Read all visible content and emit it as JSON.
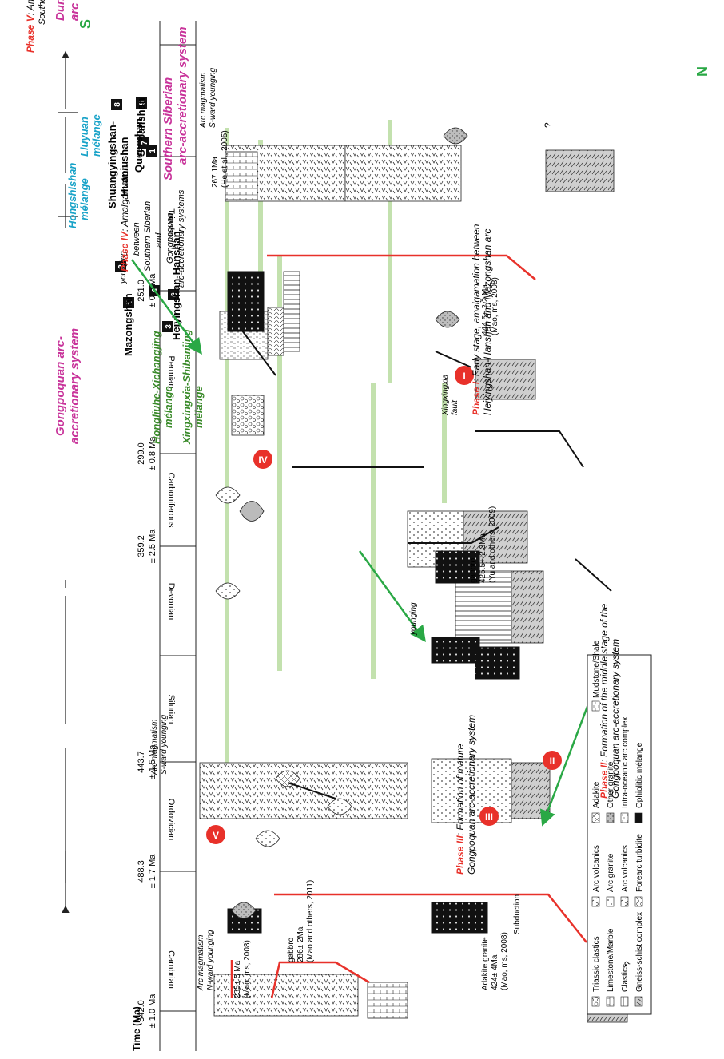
{
  "time_axis": {
    "label": "Time (Ma)",
    "ages": [
      {
        "age": "251.0",
        "err": "± 0.4 Ma"
      },
      {
        "age": "299.0",
        "err": "± 0.8 Ma"
      },
      {
        "age": "359.2",
        "err": "± 2.5 Ma"
      },
      {
        "age": "443.7",
        "err": "± 1.5 Ma"
      },
      {
        "age": "488.3",
        "err": "± 1.7 Ma"
      },
      {
        "age": "542.0",
        "err": "± 1.0 Ma"
      }
    ],
    "periods": [
      "Triassic",
      "Permian",
      "Carboniferous",
      "Devonian",
      "Silurian",
      "Ordovician",
      "Cambrian"
    ]
  },
  "directions": {
    "south": "S",
    "north": "N"
  },
  "systems": {
    "dunhuang": [
      "Dunhuang",
      "arc systen"
    ],
    "gongpoquan": [
      "Gongpoquan arc-",
      "accretionary system"
    ],
    "siberian": [
      "Southern Siberian",
      "arc-accretionary system"
    ]
  },
  "melanges": {
    "liuyuan": [
      "Liuyuan",
      "mélange"
    ],
    "hongshishan": [
      "Hongshishan",
      "mélange"
    ],
    "xingxingxia": [
      "Xingxingxia-Shibanjing",
      "mélange"
    ],
    "hongliuhe": [
      "Hongliuhe-Xichangjing",
      "mélange"
    ]
  },
  "units": [
    {
      "num": "1",
      "name": "Queershan"
    },
    {
      "num": "2",
      "name": ""
    },
    {
      "num": "3",
      "name": "Heiyingshan-Hanshan"
    },
    {
      "num": "4",
      "name": ""
    },
    {
      "num": "5",
      "name": "Mazongshan"
    },
    {
      "num": "6",
      "name": ""
    },
    {
      "num": "7",
      "name": "Shuangyingshan-"
    },
    {
      "num": "8",
      "name": ""
    },
    {
      "num": "9",
      "name": "Shibanshan"
    }
  ],
  "unit7_line2": "Huaniushan",
  "phases": {
    "I": {
      "numeral": "I",
      "title": "Phase I",
      "text1": ": Early stage, amalgamation between",
      "text2": "Heiyingshan-Hanshan and Mazongshan arc"
    },
    "II": {
      "numeral": "II",
      "title": "Phase II",
      "text1": ": Formation of the middle stage of the",
      "text2": "Gongpoquan arc-accretionary system"
    },
    "III": {
      "numeral": "III",
      "title": "Phase III",
      "text1": ": Formation of mature",
      "text2": "Gongpoquan arc-accretionary system"
    },
    "IV": {
      "numeral": "IV",
      "title": "Phase IV",
      "text1": ": Amalgamation",
      "text2": "between",
      "text3": "Southern Siberian",
      "text4": "and",
      "text5": "Gongpoquan",
      "text6": "arc-accretionary systems"
    },
    "V": {
      "numeral": "V",
      "title": "Phase V",
      "text1": ": Amalgamation between",
      "text2": "Southern Siberian-Gongpoquan and Dunhuang arc-accretionary systems"
    }
  },
  "annotations": {
    "arc_n": [
      "Arc magmatism",
      "N-ward younging"
    ],
    "arc_s7": [
      "Arc magmatism",
      "S-ward younging"
    ],
    "arc_s1": [
      "Arc magmatism",
      "S-ward younging"
    ],
    "subduction": "Subduction",
    "younging": "younging",
    "fault": [
      "Xingxingxia",
      "fault"
    ],
    "he": [
      "267.1Ma",
      "(He et al., 2005)"
    ],
    "mao444": [
      "444.5± 2.2 Ma",
      "(Mao, ms, 2008)"
    ],
    "gabbro425": [
      "gabbro",
      "425.5+-2.3Ma",
      "(Yu and others, 2009)"
    ],
    "adakite424": [
      "Adakite granite",
      "424± 4Ma",
      "(Mao, ms, 2008)"
    ],
    "mao235": [
      "235± 5 Ma",
      "(Mao, ms, 2008)"
    ],
    "gabbro286": [
      "gabbro",
      "286± 2Ma",
      "(Mao and others, 2011)"
    ],
    "question": "?"
  },
  "legend": [
    "Triassic clastics",
    "Limestone/Marble",
    "Clastics",
    "Gneiss-schist complex",
    "Arc volcanics",
    "Arc granite",
    "Arc volcanics",
    "Forearc turbidite",
    "Adakite",
    "Other granite",
    "Intra-oceanic arc complex",
    "Ophiolitic mélange",
    "Mudstone/Shale"
  ],
  "colors": {
    "red": "#e8312a",
    "green": "#2aa845",
    "magenta": "#c8339a",
    "cyan": "#1aa3c8",
    "darkgreen": "#3a8a2a",
    "band": "#b9dca0"
  }
}
